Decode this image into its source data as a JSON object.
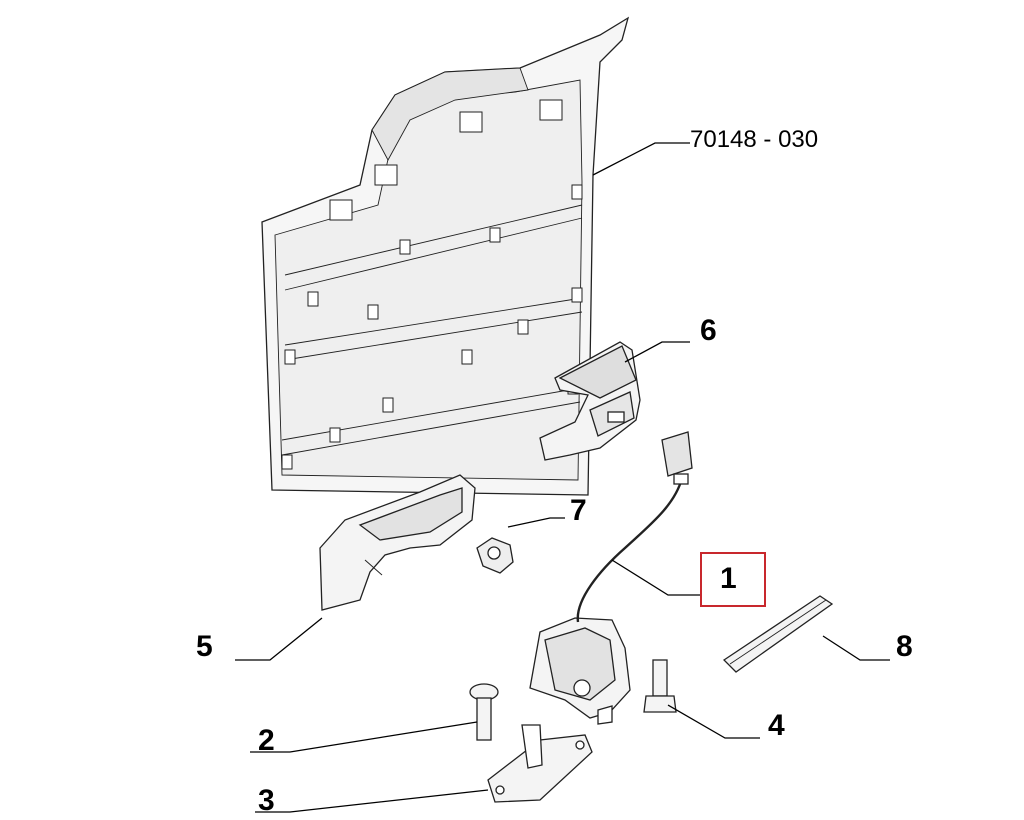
{
  "diagram": {
    "reference_code": "70148 - 030",
    "callouts": [
      {
        "id": "1",
        "text": "1",
        "highlighted": true
      },
      {
        "id": "2",
        "text": "2"
      },
      {
        "id": "3",
        "text": "3"
      },
      {
        "id": "4",
        "text": "4"
      },
      {
        "id": "5",
        "text": "5"
      },
      {
        "id": "6",
        "text": "6"
      },
      {
        "id": "7",
        "text": "7"
      },
      {
        "id": "8",
        "text": "8"
      }
    ],
    "colors": {
      "lines": "#000000",
      "part_fill": "#f4f4f4",
      "part_shade": "#d9d9d9",
      "highlight": "#c8282d"
    }
  }
}
